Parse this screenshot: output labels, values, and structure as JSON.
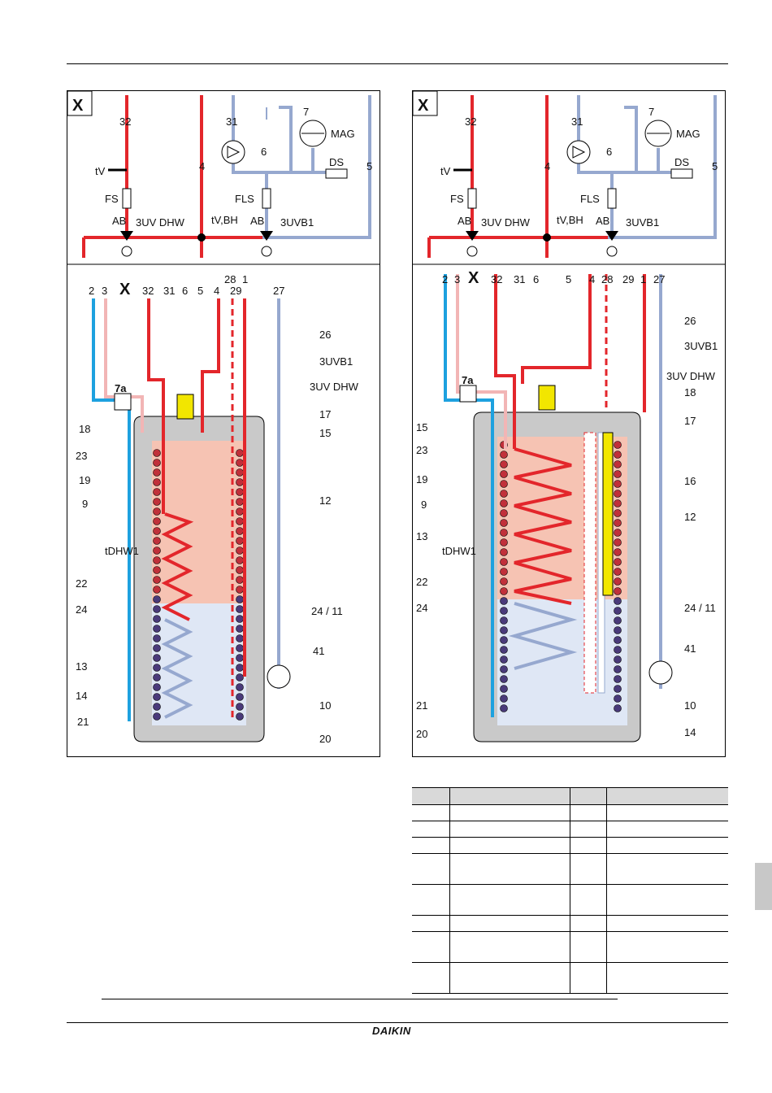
{
  "brand": "DAIKIN",
  "left": {
    "x_label": "X",
    "hydraulic": [
      "32",
      "31",
      "7",
      "MAG",
      "6",
      "tV",
      "DS",
      "4",
      "5",
      "FS",
      "FLS",
      "AB",
      "3UV DHW",
      "tV,BH",
      "AB",
      "3UVB1"
    ],
    "tank_top": [
      "2",
      "3",
      "X",
      "32",
      "31",
      "6",
      "5",
      "4",
      "28",
      "29",
      "1",
      "27"
    ],
    "callouts_left": [
      "18",
      "23",
      "19",
      "9",
      "tDHW1",
      "22",
      "24",
      "13",
      "14",
      "21"
    ],
    "callouts_right": [
      "26",
      "3UVB1",
      "3UV DHW",
      "17",
      "15",
      "12",
      "24 / 11",
      "41",
      "10",
      "20"
    ],
    "valve7a": "7a"
  },
  "right": {
    "x_label": "X",
    "hydraulic": [
      "32",
      "31",
      "7",
      "MAG",
      "6",
      "tV",
      "DS",
      "4",
      "5",
      "FS",
      "FLS",
      "AB",
      "3UV DHW",
      "tV,BH",
      "AB",
      "3UVB1"
    ],
    "tank_top": [
      "2",
      "3",
      "X",
      "32",
      "31",
      "6",
      "5",
      "4",
      "28",
      "29",
      "1",
      "27"
    ],
    "callouts_left": [
      "15",
      "23",
      "19",
      "9",
      "13",
      "tDHW1",
      "22",
      "24",
      "21",
      "20"
    ],
    "callouts_right": [
      "26",
      "3UVB1",
      "3UV DHW",
      "18",
      "17",
      "16",
      "12",
      "24 / 11",
      "41",
      "10",
      "14"
    ],
    "valve7a": "7a"
  },
  "colors": {
    "hot": "#e3262b",
    "cold": "#96a8cf",
    "blue": "#1da1df",
    "pink": "#f2b5b5",
    "yellow": "#f2e600",
    "tank": "#c9c9c9"
  }
}
